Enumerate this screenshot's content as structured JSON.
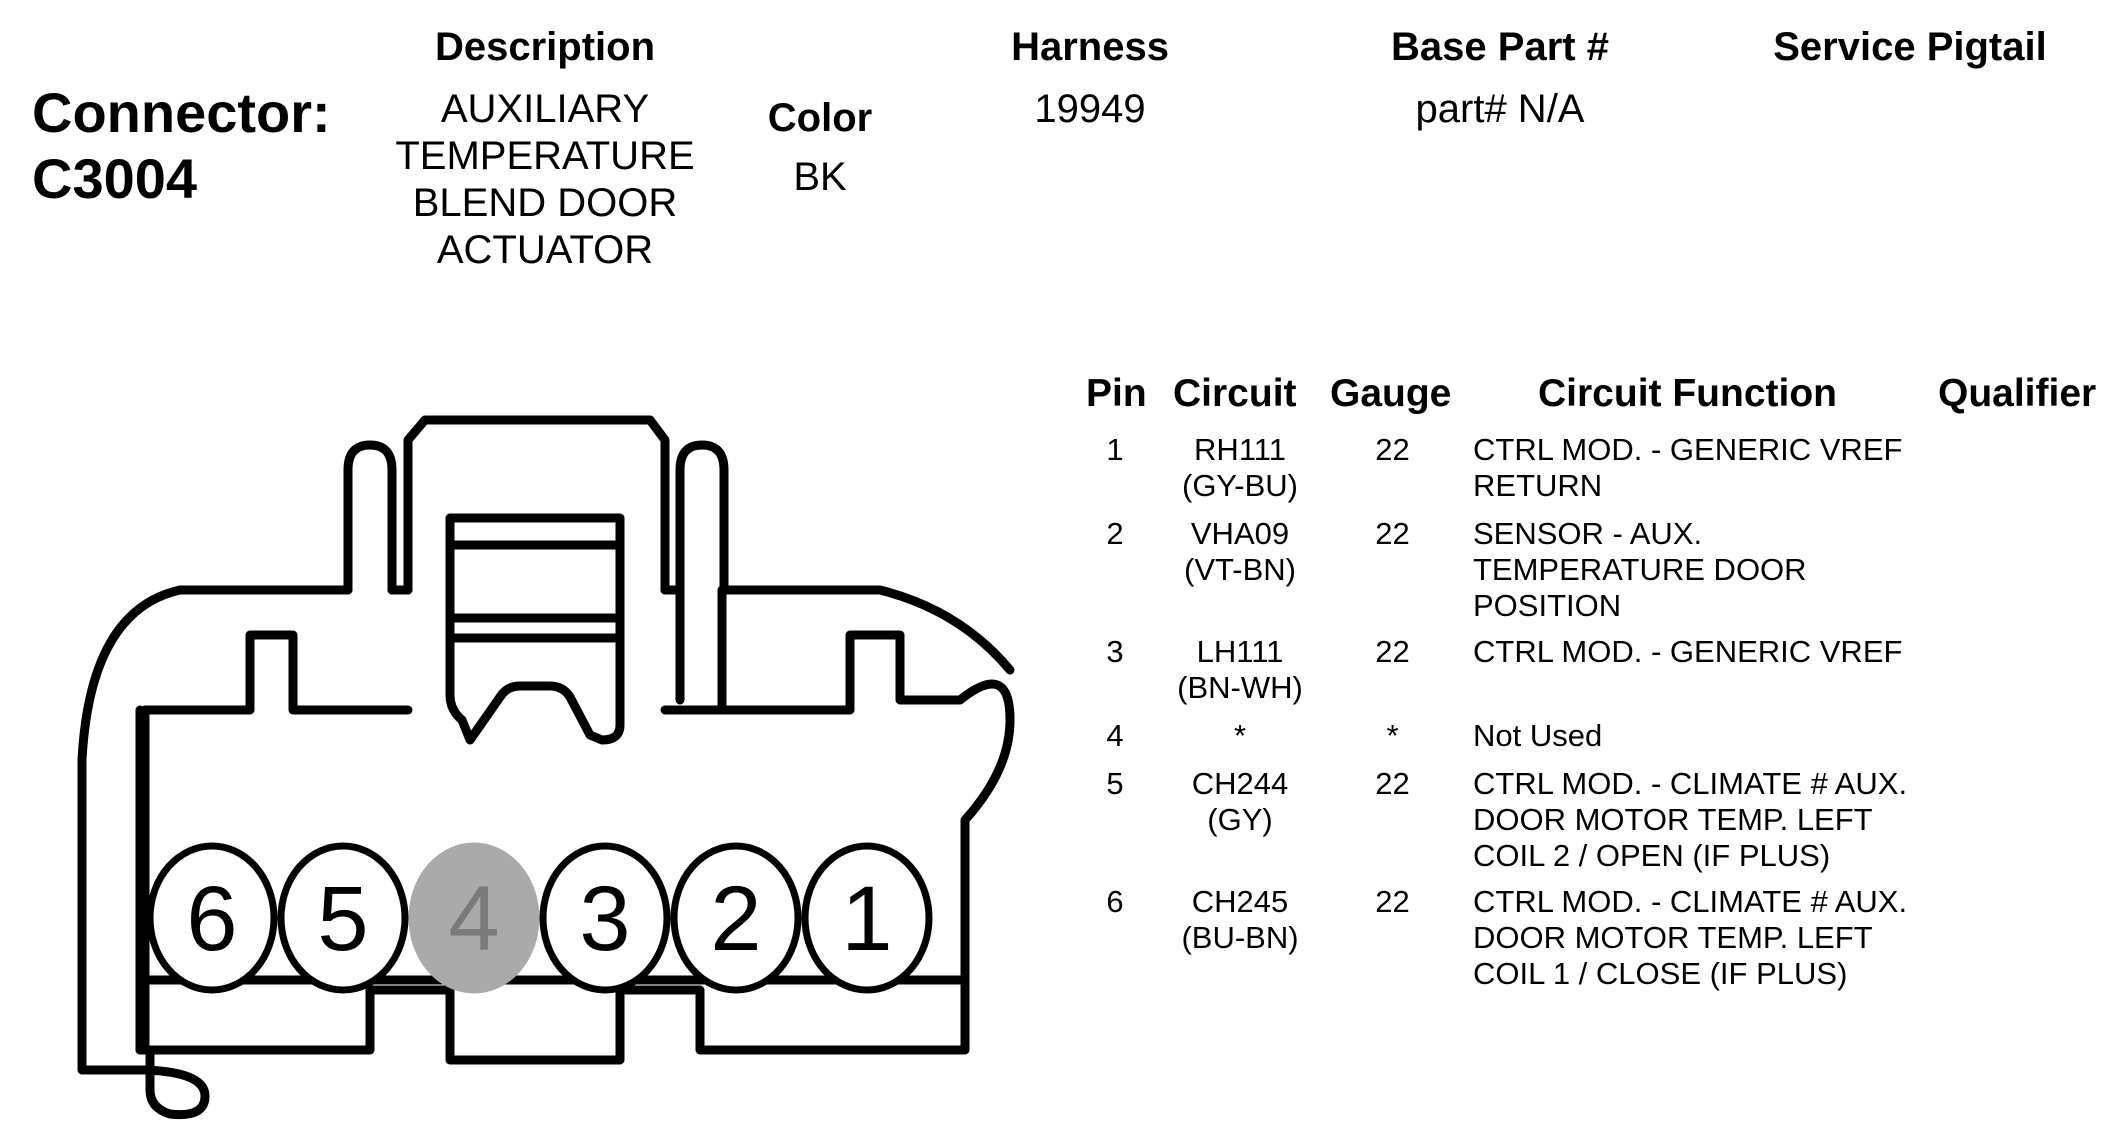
{
  "connector": {
    "label": "Connector:",
    "id": "C3004"
  },
  "description": {
    "header": "Description",
    "lines": [
      "AUXILIARY",
      "TEMPERATURE",
      "BLEND DOOR",
      "ACTUATOR"
    ]
  },
  "color": {
    "header": "Color",
    "value": "BK"
  },
  "harness": {
    "header": "Harness",
    "value": "19949"
  },
  "base_part": {
    "header": "Base Part #",
    "value": "part# N/A"
  },
  "service_pigtail": {
    "header": "Service Pigtail"
  },
  "table": {
    "headers": {
      "pin": "Pin",
      "circuit": "Circuit",
      "gauge": "Gauge",
      "function": "Circuit Function",
      "qualifier": "Qualifier"
    },
    "rows": [
      {
        "pin": "1",
        "circuit": [
          "RH111",
          "(GY-BU)"
        ],
        "gauge": "22",
        "function": [
          "CTRL MOD. - GENERIC VREF",
          "RETURN"
        ]
      },
      {
        "pin": "2",
        "circuit": [
          "VHA09",
          "(VT-BN)"
        ],
        "gauge": "22",
        "function": [
          "SENSOR - AUX.",
          "TEMPERATURE DOOR",
          "POSITION"
        ]
      },
      {
        "pin": "3",
        "circuit": [
          "LH111",
          "(BN-WH)"
        ],
        "gauge": "22",
        "function": [
          "CTRL MOD. - GENERIC VREF"
        ]
      },
      {
        "pin": "4",
        "circuit": [
          "*"
        ],
        "gauge": "*",
        "function": [
          "Not Used"
        ]
      },
      {
        "pin": "5",
        "circuit": [
          "CH244",
          "(GY)"
        ],
        "gauge": "22",
        "function": [
          "CTRL MOD. - CLIMATE # AUX.",
          "DOOR MOTOR TEMP. LEFT",
          "COIL 2 / OPEN (IF PLUS)"
        ]
      },
      {
        "pin": "6",
        "circuit": [
          "CH245",
          "(BU-BN)"
        ],
        "gauge": "22",
        "function": [
          "CTRL MOD. - CLIMATE # AUX.",
          "DOOR MOTOR TEMP. LEFT",
          "COIL 1 / CLOSE (IF PLUS)"
        ]
      }
    ]
  },
  "diagram": {
    "pins": [
      "6",
      "5",
      "4",
      "3",
      "2",
      "1"
    ],
    "unused_pin": "4",
    "unused_fill": "#aaaaaa",
    "stroke": "#000000"
  }
}
